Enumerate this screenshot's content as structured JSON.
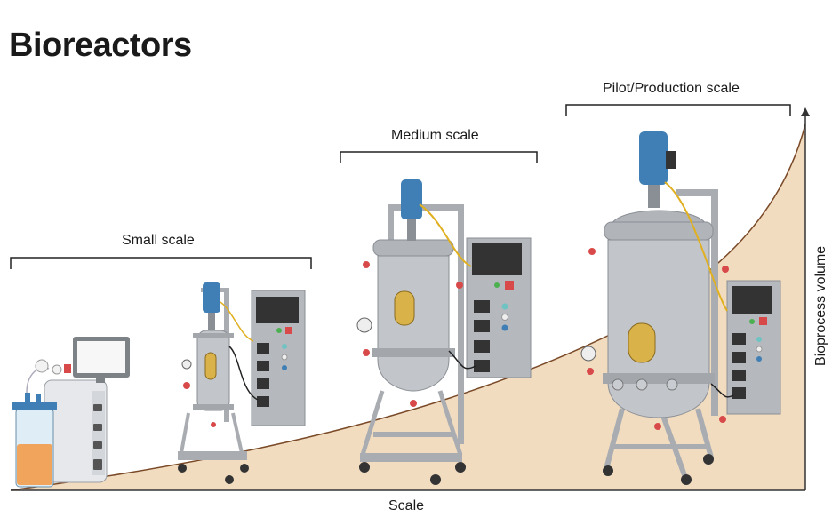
{
  "title": "Bioreactors",
  "groups": {
    "small": "Small scale",
    "medium": "Medium scale",
    "pilot": "Pilot/Production scale"
  },
  "axes": {
    "x_label": "Scale",
    "y_label": "Bioprocess volume"
  },
  "colors": {
    "curve_fill": "#f2dcc0",
    "curve_stroke": "#7a4a28",
    "steel": "#b9bcc0",
    "motor": "#3f7fb5",
    "window": "#d9b24a",
    "liquid": "#f0a45c"
  }
}
